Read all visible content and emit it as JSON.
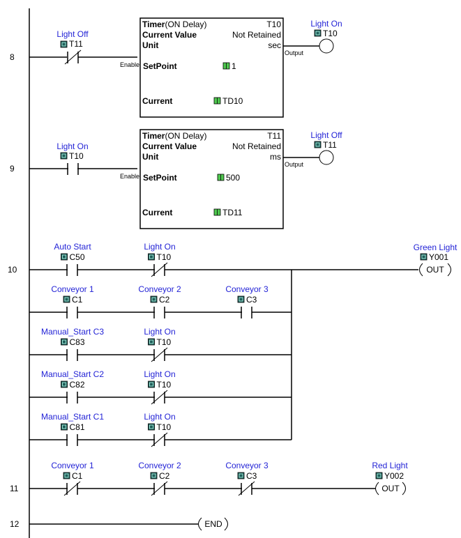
{
  "colors": {
    "nickname": "#2323d6",
    "bit_icon_fill": "#1f5f5a",
    "word_icon_fill": "#4fc84f",
    "wire": "#000000"
  },
  "rungs": [
    {
      "number": "8",
      "contacts": [
        {
          "nickname": "Light Off",
          "address": "T11",
          "type": "NC",
          "icon": "bit-icon"
        }
      ],
      "timer": {
        "title_bold": "Timer",
        "title_rest": "(ON Delay)",
        "id": "T10",
        "current_value_label": "Current Value",
        "current_value": "Not Retained",
        "unit_label": "Unit",
        "unit": "sec",
        "enable_label": "Enable",
        "output_label": "Output",
        "setpoint_label": "SetPoint",
        "setpoint": "1",
        "current_label": "Current",
        "current": "TD10"
      },
      "output": {
        "nickname": "Light On",
        "address": "T10",
        "type": "coil"
      }
    },
    {
      "number": "9",
      "contacts": [
        {
          "nickname": "Light On",
          "address": "T10",
          "type": "NO",
          "icon": "bit-icon"
        }
      ],
      "timer": {
        "title_bold": "Timer",
        "title_rest": "(ON Delay)",
        "id": "T11",
        "current_value_label": "Current Value",
        "current_value": "Not Retained",
        "unit_label": "Unit",
        "unit": "ms",
        "enable_label": "Enable",
        "output_label": "Output",
        "setpoint_label": "SetPoint",
        "setpoint": "500",
        "current_label": "Current",
        "current": "TD11"
      },
      "output": {
        "nickname": "Light Off",
        "address": "T11",
        "type": "coil"
      }
    },
    {
      "number": "10",
      "branches": [
        [
          {
            "nickname": "Auto Start",
            "address": "C50",
            "type": "NO"
          },
          {
            "nickname": "Light On",
            "address": "T10",
            "type": "NC"
          }
        ],
        [
          {
            "nickname": "Conveyor 1",
            "address": "C1",
            "type": "NO"
          },
          {
            "nickname": "Conveyor 2",
            "address": "C2",
            "type": "NO"
          },
          {
            "nickname": "Conveyor 3",
            "address": "C3",
            "type": "NO"
          }
        ],
        [
          {
            "nickname": "Manual_Start C3",
            "address": "C83",
            "type": "NO"
          },
          {
            "nickname": "Light On",
            "address": "T10",
            "type": "NC"
          }
        ],
        [
          {
            "nickname": "Manual_Start C2",
            "address": "C82",
            "type": "NO"
          },
          {
            "nickname": "Light On",
            "address": "T10",
            "type": "NC"
          }
        ],
        [
          {
            "nickname": "Manual_Start C1",
            "address": "C81",
            "type": "NO"
          },
          {
            "nickname": "Light On",
            "address": "T10",
            "type": "NC"
          }
        ]
      ],
      "output": {
        "nickname": "Green Light",
        "address": "Y001",
        "type": "OUT",
        "label": "OUT"
      }
    },
    {
      "number": "11",
      "contacts": [
        {
          "nickname": "Conveyor 1",
          "address": "C1",
          "type": "NC"
        },
        {
          "nickname": "Conveyor 2",
          "address": "C2",
          "type": "NC"
        },
        {
          "nickname": "Conveyor 3",
          "address": "C3",
          "type": "NC"
        }
      ],
      "output": {
        "nickname": "Red Light",
        "address": "Y002",
        "type": "OUT",
        "label": "OUT"
      }
    },
    {
      "number": "12",
      "output": {
        "type": "END",
        "label": "END"
      }
    }
  ]
}
